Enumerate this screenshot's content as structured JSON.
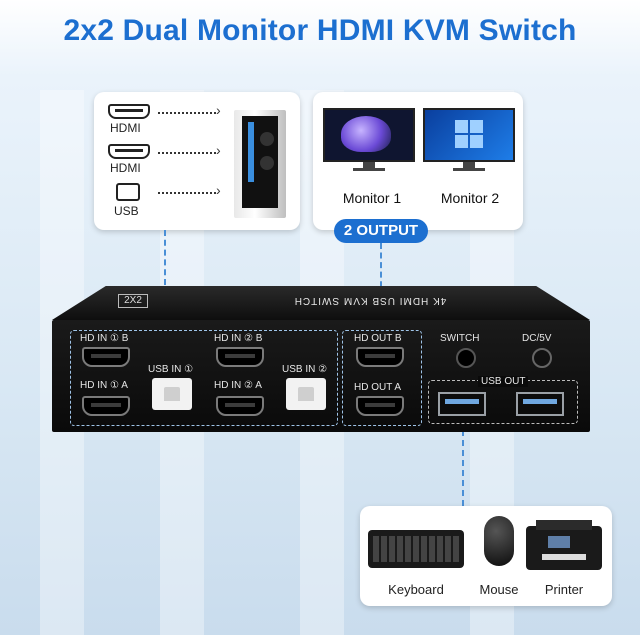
{
  "title": "2x2 Dual Monitor HDMI KVM Switch",
  "inputs_card": {
    "ports": [
      {
        "label": "HDMI",
        "icon": "hdmi-icon"
      },
      {
        "label": "HDMI",
        "icon": "hdmi-icon"
      },
      {
        "label": "USB",
        "icon": "usb-icon"
      }
    ]
  },
  "outputs_card": {
    "monitors": [
      "Monitor 1",
      "Monitor 2"
    ],
    "badge": "2 OUTPUT"
  },
  "device": {
    "top_label": "4K HDMI USB KVM SWITCH",
    "model_badge": "2X2",
    "ports": {
      "hd_in_1_b": "HD IN ① B",
      "hd_in_1_a": "HD IN ① A",
      "usb_in_1": "USB IN ①",
      "hd_in_2_b": "HD IN ② B",
      "hd_in_2_a": "HD IN ② A",
      "usb_in_2": "USB IN ②",
      "hd_out_b": "HD OUT B",
      "hd_out_a": "HD OUT A",
      "switch": "SWITCH",
      "dc": "DC/5V",
      "usb_out": "USB OUT"
    }
  },
  "peripherals": [
    "Keyboard",
    "Mouse",
    "Printer"
  ],
  "colors": {
    "accent": "#1c6fd0",
    "dash_line": "#4a8fd6"
  }
}
